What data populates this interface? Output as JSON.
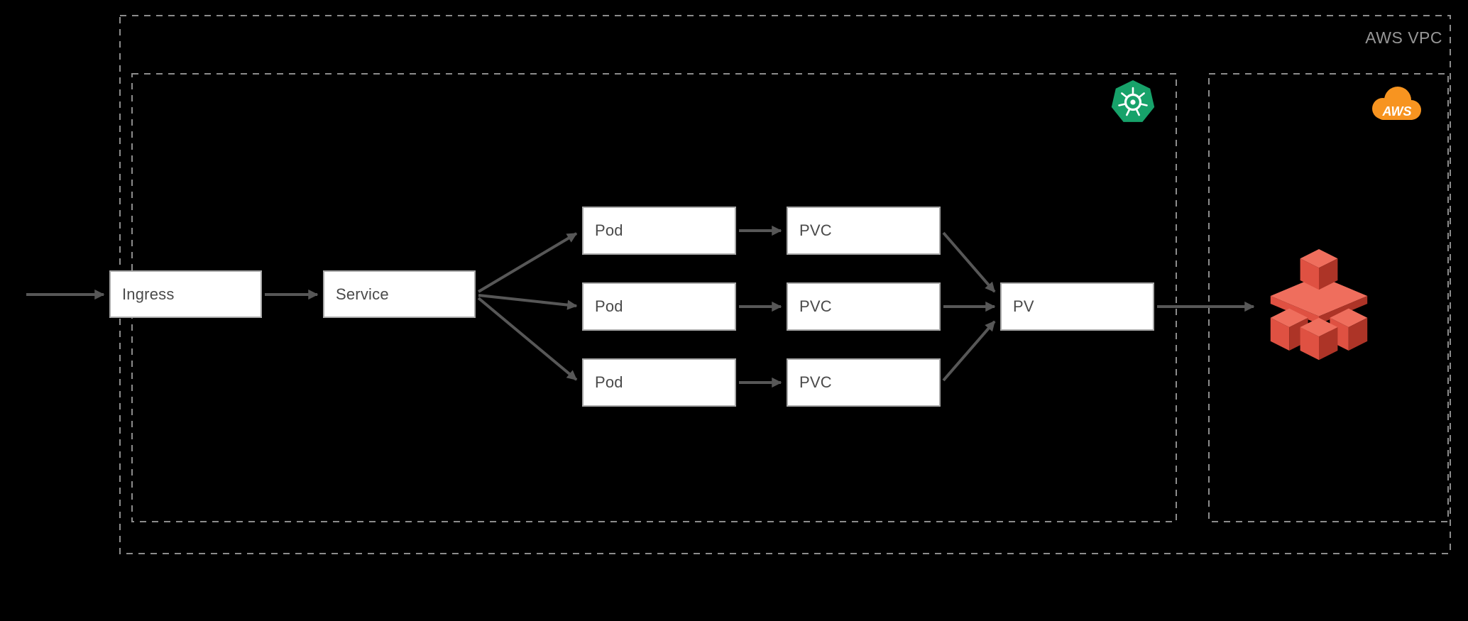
{
  "vpc": {
    "label": "AWS VPC"
  },
  "nodes": {
    "ingress": "Ingress",
    "service": "Service",
    "pod_1": "Pod",
    "pod_2": "Pod",
    "pod_3": "Pod",
    "pvc_1": "PVC",
    "pvc_2": "PVC",
    "pvc_3": "PVC",
    "pv": "PV"
  },
  "icons": {
    "kubernetes": "kubernetes-icon",
    "aws_cloud": "aws-cloud-icon",
    "aws_cloud_text": "AWS",
    "aws_storage": "aws-storage-cubes-icon"
  },
  "edges": [
    {
      "from": "external",
      "to": "ingress"
    },
    {
      "from": "ingress",
      "to": "service"
    },
    {
      "from": "service",
      "to": "pod_1"
    },
    {
      "from": "service",
      "to": "pod_2"
    },
    {
      "from": "service",
      "to": "pod_3"
    },
    {
      "from": "pod_1",
      "to": "pvc_1"
    },
    {
      "from": "pod_2",
      "to": "pvc_2"
    },
    {
      "from": "pod_3",
      "to": "pvc_3"
    },
    {
      "from": "pvc_1",
      "to": "pv"
    },
    {
      "from": "pvc_2",
      "to": "pv"
    },
    {
      "from": "pvc_3",
      "to": "pv"
    },
    {
      "from": "pv",
      "to": "aws_storage"
    }
  ],
  "colors": {
    "background": "#000000",
    "node_fill": "#ffffff",
    "node_border": "#a8a8a8",
    "node_text": "#4a4a4a",
    "container_border": "#8c8c8c",
    "container_label": "#979797",
    "arrow": "#575757",
    "kubernetes_green": "#17a26a",
    "aws_orange": "#f79420",
    "storage_red_top": "#ef6e5d",
    "storage_red_left": "#df5142",
    "storage_red_right": "#ad3427"
  }
}
